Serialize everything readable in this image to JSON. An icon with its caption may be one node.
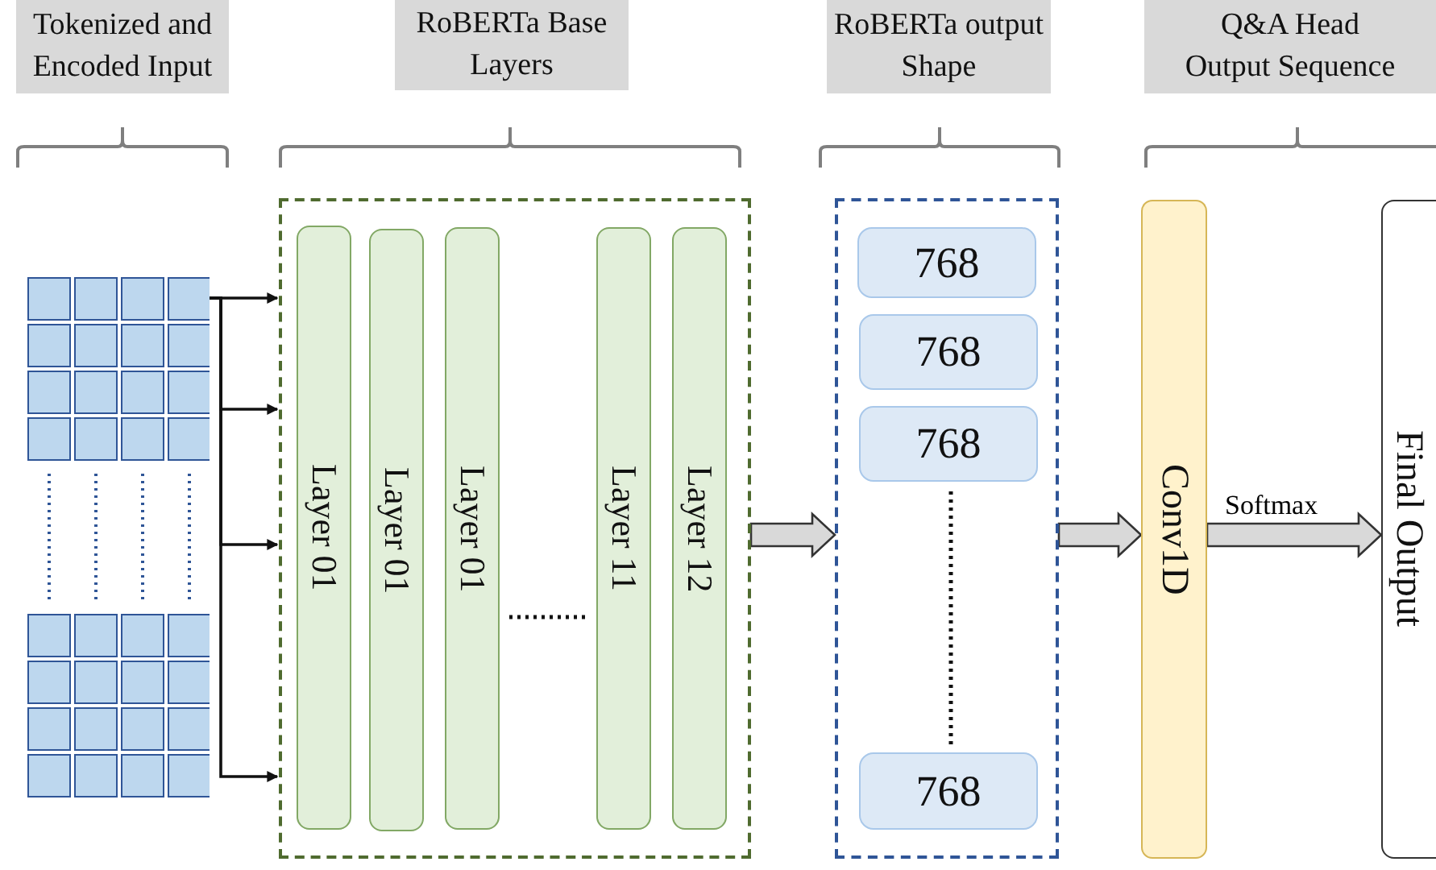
{
  "diagram": {
    "nodes": [
      {
        "text": [
          "Tokenized and Encoded Input"
        ]
      },
      {
        "text": [
          "RoBERTa Base Layers"
        ]
      },
      {
        "text": [
          "RoBERTa output Shape"
        ]
      },
      {
        "text": [
          "Q&A Head Output Sequence"
        ]
      },
      {
        "text": [],
        "shape": "box"
      },
      {
        "text": [],
        "shape": "box"
      },
      {
        "text": [
          "Layer 01"
        ],
        "in": 5
      },
      {
        "text": [
          "Layer 01"
        ],
        "in": 5
      },
      {
        "text": [
          "Layer 01"
        ],
        "in": 5
      },
      {
        "text": [
          "Layer 11"
        ],
        "in": 5
      },
      {
        "text": [
          "Layer 12"
        ],
        "in": 5
      },
      {
        "text": [],
        "shape": "box"
      },
      {
        "text": [
          "768"
        ],
        "in": 11
      },
      {
        "text": [
          "768"
        ],
        "in": 11
      },
      {
        "text": [
          "768"
        ],
        "in": 11
      },
      {
        "text": [
          "768"
        ],
        "in": 11
      },
      {
        "text": [
          "Conv1D"
        ]
      },
      {
        "text": [
          "Final Output"
        ]
      }
    ],
    "edges": [
      {
        "from": 4,
        "to": 5,
        "arrow": "to"
      },
      {
        "from": 4,
        "to": 5,
        "arrow": "to"
      },
      {
        "from": 4,
        "to": 5,
        "arrow": "to"
      },
      {
        "from": 4,
        "to": 5,
        "arrow": "to"
      },
      {
        "from": 5,
        "to": 11,
        "arrow": "to",
        "style": "thick"
      },
      {
        "from": 11,
        "to": 16,
        "arrow": "to",
        "style": "thick"
      },
      {
        "from": 16,
        "to": 17,
        "arrow": "to",
        "style": "thick",
        "label": "Softmax"
      }
    ]
  }
}
